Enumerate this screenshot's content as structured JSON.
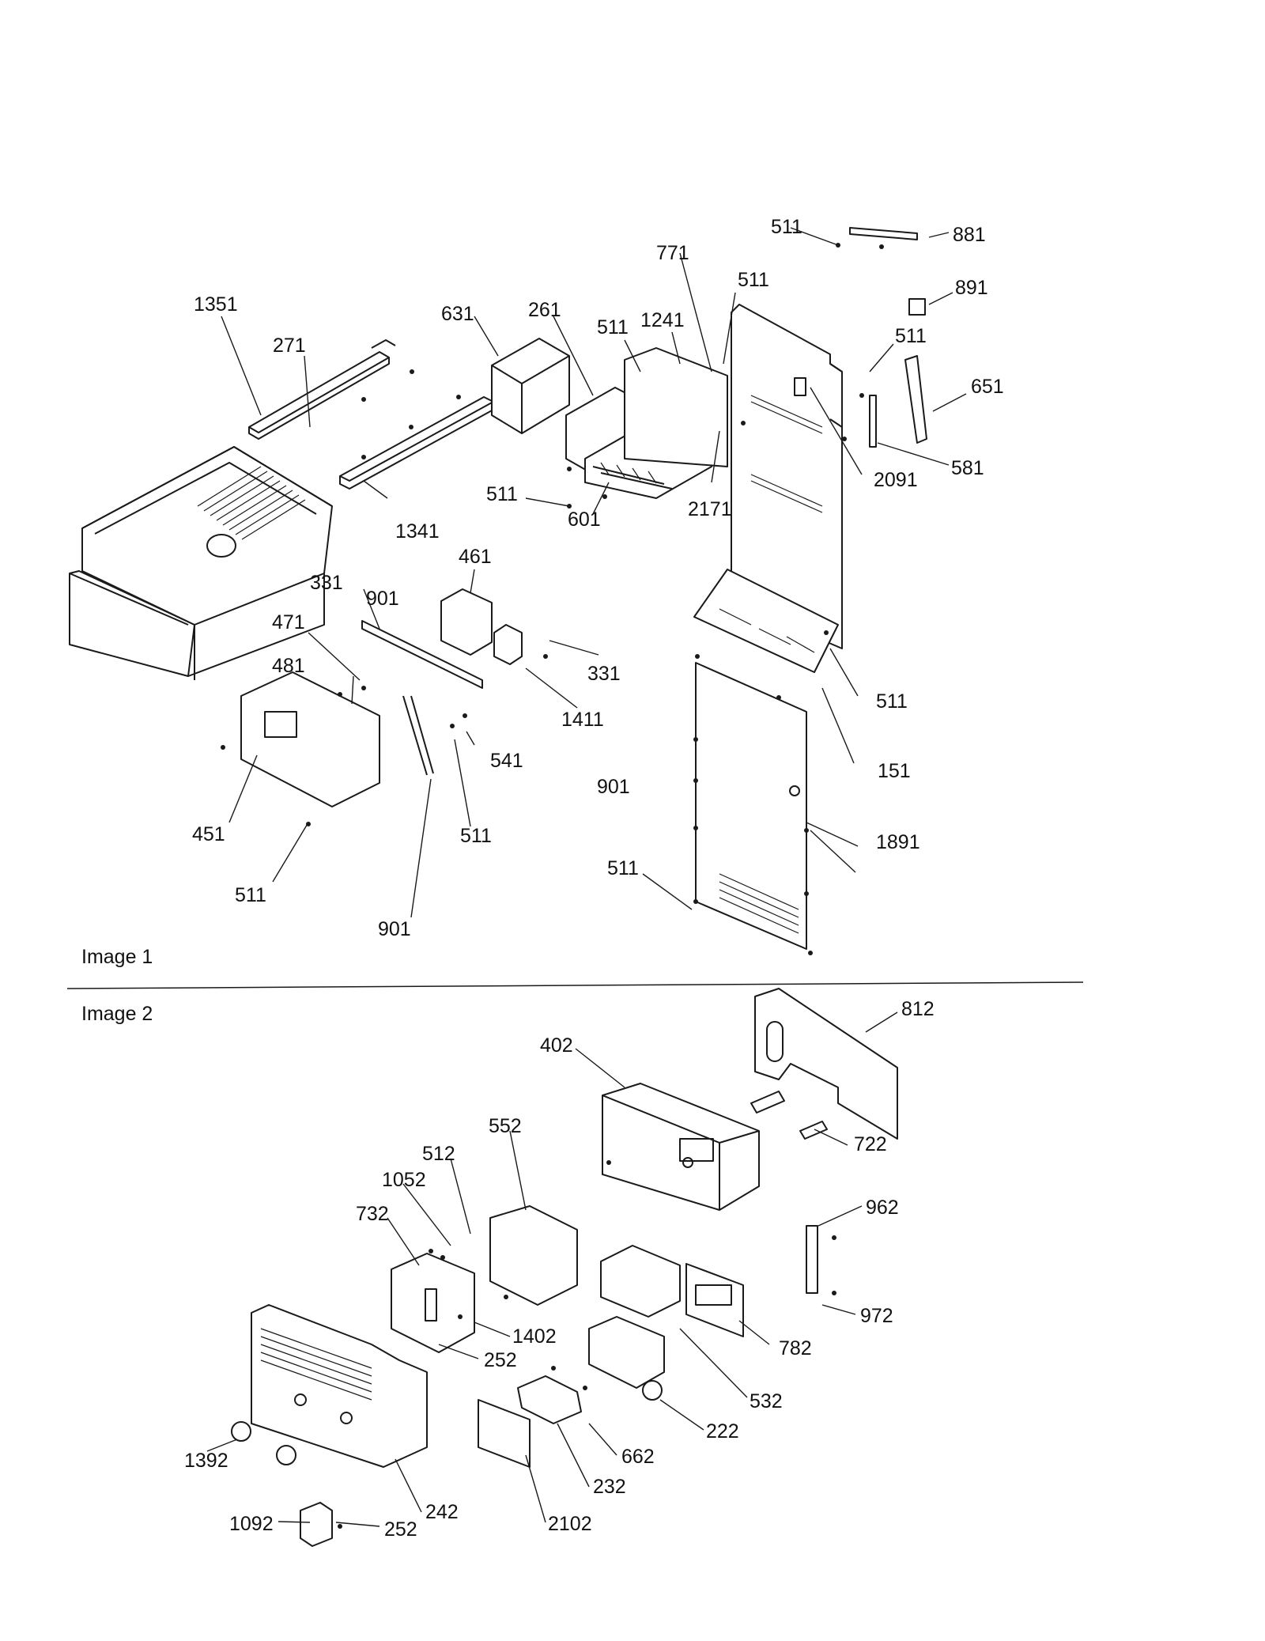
{
  "images": [
    {
      "caption": "Image 1",
      "labels": [
        "511",
        "881",
        "771",
        "511",
        "891",
        "1351",
        "631",
        "261",
        "511",
        "1241",
        "511",
        "651",
        "271",
        "581",
        "2091",
        "511",
        "2171",
        "1341",
        "601",
        "461",
        "331",
        "901",
        "471",
        "331",
        "481",
        "1411",
        "511",
        "541",
        "151",
        "901",
        "451",
        "511",
        "1891",
        "511",
        "511",
        "901"
      ]
    },
    {
      "caption": "Image 2",
      "labels": [
        "812",
        "402",
        "722",
        "552",
        "512",
        "1052",
        "962",
        "732",
        "972",
        "1402",
        "782",
        "252",
        "532",
        "222",
        "1392",
        "662",
        "232",
        "242",
        "2102",
        "1092",
        "252"
      ]
    }
  ]
}
